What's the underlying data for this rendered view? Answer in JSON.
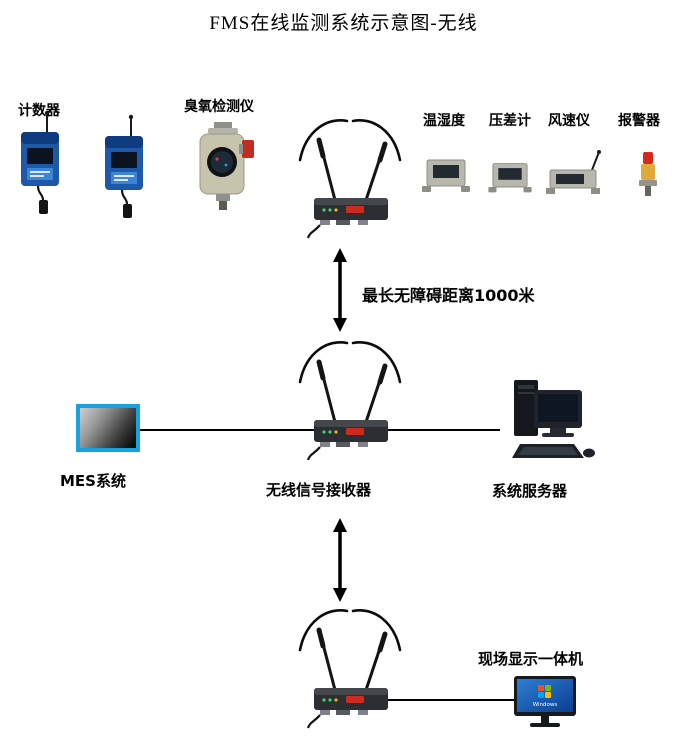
{
  "diagram": {
    "title": "FMS在线监测系统示意图-无线",
    "distance_note": "最长无障碍距离1000米",
    "devices": {
      "counter": "计数器",
      "ozone_detector": "臭氧检测仪",
      "temp_humidity": "温湿度",
      "pressure_gauge": "压差计",
      "anemometer": "风速仪",
      "alarm": "报警器",
      "mes_system": "MES系统",
      "wireless_receiver": "无线信号接收器",
      "system_server": "系统服务器",
      "onsite_display": "现场显示一体机"
    },
    "display_screen": {
      "os_label": "Windows"
    },
    "colors": {
      "counter_body": "#1d59a8",
      "mes_border": "#17a3e0",
      "alarm_red": "#d3281c",
      "display_screen_blue": "#2f7fd6",
      "line_black": "#000000"
    }
  }
}
